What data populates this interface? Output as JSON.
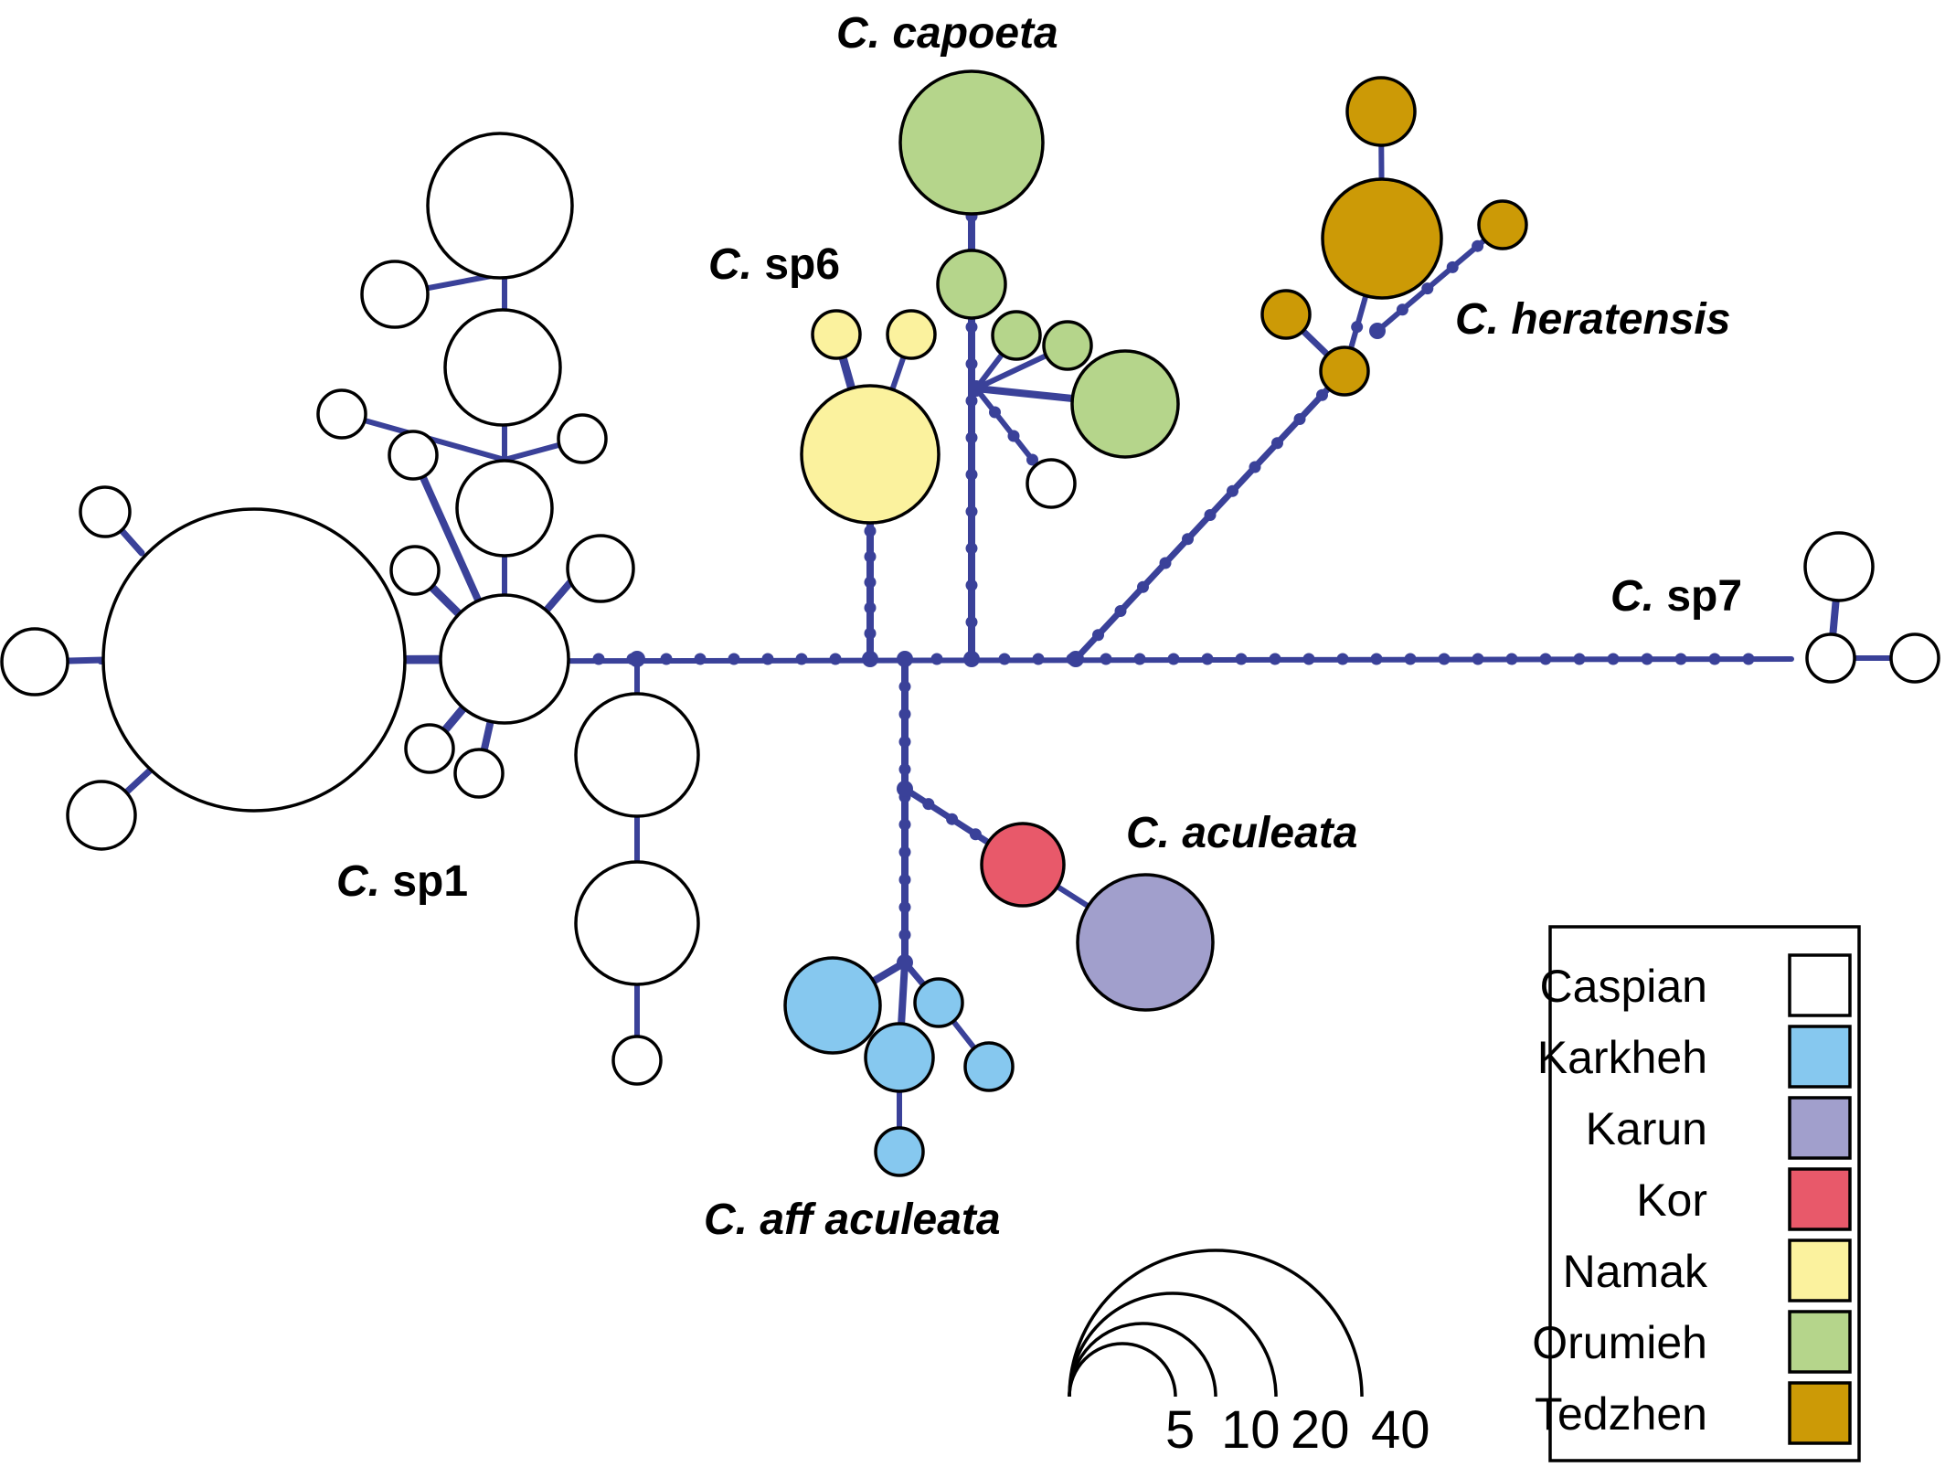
{
  "colors": {
    "edge": "#3a4199",
    "Caspian": "#ffffff",
    "Karkheh": "#86c8ef",
    "Karun": "#a19fcc",
    "Kor": "#e8596a",
    "Namak": "#fbf29e",
    "Orumieh": "#b5d58b",
    "Tedzhen": "#cc9a06"
  },
  "labels": {
    "capoeta": {
      "genus": "C.",
      "species": "capoeta",
      "italic": true
    },
    "sp6": {
      "genus": "C.",
      "species": "sp6",
      "italic": false
    },
    "heratensis": {
      "genus": "C.",
      "species": "heratensis",
      "italic": true
    },
    "sp7": {
      "genus": "C.",
      "species": "sp7",
      "italic": false
    },
    "sp1": {
      "genus": "C.",
      "species": "sp1",
      "italic": false
    },
    "aculeata": {
      "genus": "C.",
      "species": "aculeata",
      "italic": true
    },
    "aff_aculeata": {
      "genus": "C.",
      "species": "aff aculeata",
      "italic": true
    }
  },
  "legend": [
    {
      "name": "Caspian",
      "color": "#ffffff"
    },
    {
      "name": "Karkheh",
      "color": "#86c8ef"
    },
    {
      "name": "Karun",
      "color": "#a19fcc"
    },
    {
      "name": "Kor",
      "color": "#e8596a"
    },
    {
      "name": "Namak",
      "color": "#fbf29e"
    },
    {
      "name": "Orumieh",
      "color": "#b5d58b"
    },
    {
      "name": "Tedzhen",
      "color": "#cc9a06"
    }
  ],
  "scale": {
    "values": [
      "5",
      "10",
      "20",
      "40"
    ]
  }
}
